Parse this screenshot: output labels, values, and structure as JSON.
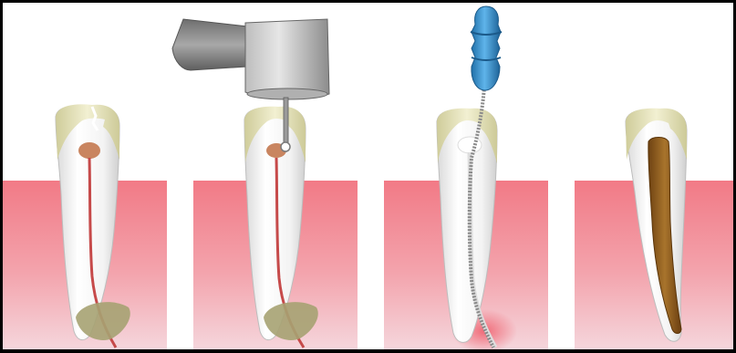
{
  "figure": {
    "background": "#ffffff",
    "border_color": "#000000",
    "colors": {
      "gum_top": "#f27a86",
      "gum_bottom": "#f5d6dc",
      "tooth_white": "#f2f2f2",
      "enamel_crown": "#e9e7c0",
      "pulp_red": "#c64a4a",
      "infection_pocket": "#a6a272",
      "drill_gray": "#9a9a9a",
      "file_handle_blue": "#2f8fd0",
      "filling_brown": "#8c5a1c",
      "inflamed_tissue": "#f06b78"
    },
    "panels": [
      {
        "step": 1,
        "content": [
          "infected-pulp",
          "crown-crack",
          "periapical-infection"
        ]
      },
      {
        "step": 2,
        "content": [
          "drill",
          "access-opening",
          "infected-pulp",
          "periapical-infection"
        ]
      },
      {
        "step": 3,
        "content": [
          "endodontic-file",
          "cleaned-canal",
          "periapical-inflammation"
        ]
      },
      {
        "step": 4,
        "content": [
          "root-canal-filling"
        ]
      }
    ]
  }
}
